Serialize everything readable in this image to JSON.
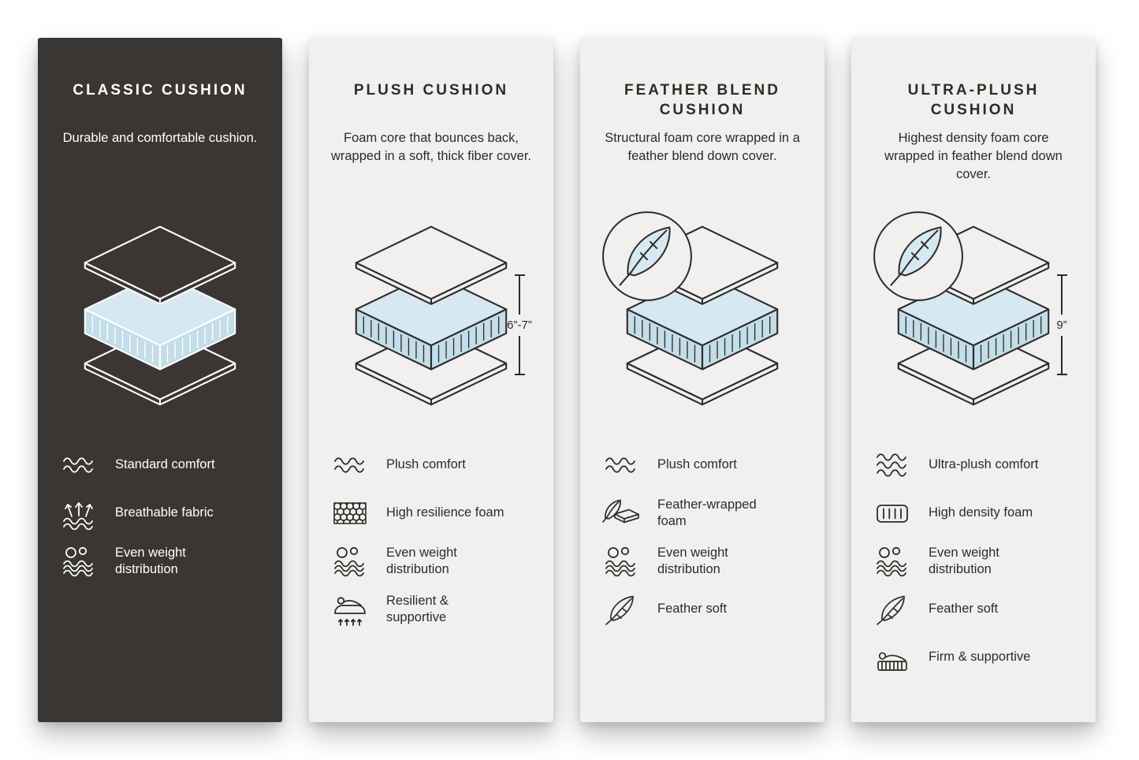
{
  "page": {
    "background": "#ffffff"
  },
  "colors": {
    "dark_card_bg": "#393633",
    "light_card_bg": "#f1f0ee",
    "ink": "#2e2c29",
    "foam_blue_top": "#d6e8f1",
    "foam_blue_side": "#c3dde9"
  },
  "cards": [
    {
      "id": "classic-cushion",
      "theme": "dark",
      "title": "CLASSIC CUSHION",
      "description": "Durable and comfortable cushion.",
      "feather_badge": false,
      "dimension_label": "",
      "illustration": "layered-cushion-diagram",
      "features": [
        {
          "icon": "comfort-waves-icon",
          "label": "Standard comfort"
        },
        {
          "icon": "breathable-fabric-icon",
          "label": "Breathable fabric"
        },
        {
          "icon": "even-weight-icon",
          "label": "Even weight distribution"
        }
      ]
    },
    {
      "id": "plush-cushion",
      "theme": "light",
      "title": "PLUSH CUSHION",
      "description": "Foam core that bounces back, wrapped in a soft, thick fiber cover.",
      "feather_badge": false,
      "dimension_label": "6”-7”",
      "illustration": "layered-cushion-diagram",
      "features": [
        {
          "icon": "comfort-waves-icon",
          "label": "Plush comfort"
        },
        {
          "icon": "high-resilience-foam-icon",
          "label": "High resilience foam"
        },
        {
          "icon": "even-weight-icon",
          "label": "Even weight distribution"
        },
        {
          "icon": "resilient-supportive-icon",
          "label": "Resilient & supportive"
        }
      ]
    },
    {
      "id": "feather-blend-cushion",
      "theme": "light",
      "title": "FEATHER BLEND CUSHION",
      "description": "Structural foam core wrapped in a feather blend down cover.",
      "feather_badge": true,
      "dimension_label": "",
      "illustration": "layered-cushion-diagram-with-feather-badge",
      "features": [
        {
          "icon": "comfort-waves-icon",
          "label": "Plush comfort"
        },
        {
          "icon": "feather-wrapped-foam-icon",
          "label": "Feather-wrapped foam"
        },
        {
          "icon": "even-weight-icon",
          "label": "Even weight distribution"
        },
        {
          "icon": "feather-soft-icon",
          "label": "Feather soft"
        }
      ]
    },
    {
      "id": "ultra-plush-cushion",
      "theme": "light",
      "title": "ULTRA-PLUSH CUSHION",
      "description": "Highest density foam core wrapped in feather blend down cover.",
      "feather_badge": true,
      "dimension_label": "9”",
      "illustration": "layered-cushion-diagram-with-feather-badge",
      "features": [
        {
          "icon": "ultra-plush-waves-icon",
          "label": "Ultra-plush comfort"
        },
        {
          "icon": "high-density-foam-icon",
          "label": "High density foam"
        },
        {
          "icon": "even-weight-icon",
          "label": "Even weight distribution"
        },
        {
          "icon": "feather-soft-icon",
          "label": "Feather soft"
        },
        {
          "icon": "firm-supportive-icon",
          "label": "Firm & supportive"
        }
      ]
    }
  ]
}
